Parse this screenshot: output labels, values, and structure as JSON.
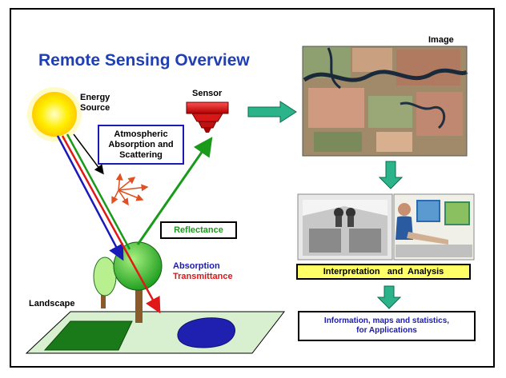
{
  "title": "Remote Sensing Overview",
  "labels": {
    "energy_source_line1": "Energy",
    "energy_source_line2": "Source",
    "sensor": "Sensor",
    "image": "Image",
    "atmospheric_line1": "Atmospheric",
    "atmospheric_line2": "Absorption and",
    "atmospheric_line3": "Scattering",
    "reflectance": "Reflectance",
    "absorption": "Absorption",
    "transmittance": "Transmittance",
    "landscape": "Landscape",
    "interpretation": "Interpretation   and  Analysis",
    "information_line1": "Information, maps and statistics,",
    "information_line2": "for Applications"
  },
  "colors": {
    "title": "#1f3fb4",
    "sun": "#ffee00",
    "sensor": "#e01818",
    "reflectance_arrow": "#1a9a1a",
    "flow_arrow": "#2bb38a",
    "absorption_text": "#1a1ab8",
    "transmittance_text": "#d81818",
    "interpretation_box": "#ffff66",
    "landscape_ground": "#d8f0d0",
    "field": "#1a7a1a",
    "lake": "#2020b0"
  },
  "icons": {
    "sun": "sun-icon",
    "sensor": "sensor-icon",
    "tree": "tree-icon",
    "satellite_image": "satellite-image",
    "analysis_photo": "analysis-photo"
  }
}
